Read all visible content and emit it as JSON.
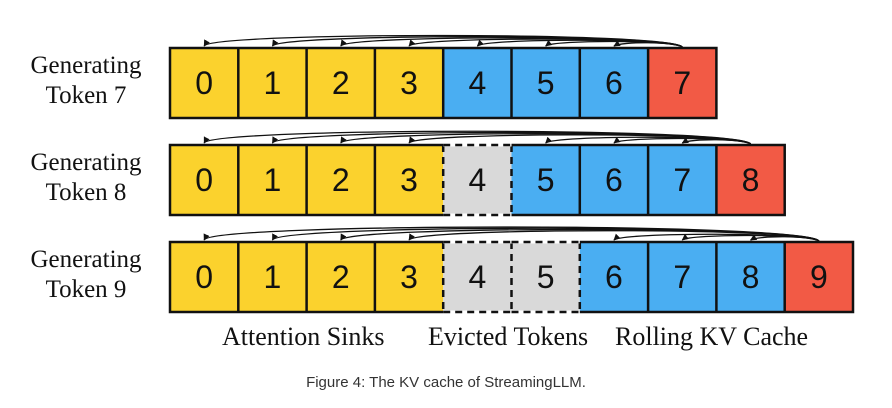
{
  "colors": {
    "sink": "#fbd22d",
    "rolling": "#4aaef2",
    "current": "#f25a45",
    "evicted": "#d9d9d9",
    "stroke": "#111111"
  },
  "rows": [
    {
      "label_line1": "Generating",
      "label_line2": "Token 7",
      "cells": [
        {
          "num": "0",
          "kind": "sink"
        },
        {
          "num": "1",
          "kind": "sink"
        },
        {
          "num": "2",
          "kind": "sink"
        },
        {
          "num": "3",
          "kind": "sink"
        },
        {
          "num": "4",
          "kind": "rolling"
        },
        {
          "num": "5",
          "kind": "rolling"
        },
        {
          "num": "6",
          "kind": "rolling"
        },
        {
          "num": "7",
          "kind": "current"
        }
      ]
    },
    {
      "label_line1": "Generating",
      "label_line2": "Token 8",
      "cells": [
        {
          "num": "0",
          "kind": "sink"
        },
        {
          "num": "1",
          "kind": "sink"
        },
        {
          "num": "2",
          "kind": "sink"
        },
        {
          "num": "3",
          "kind": "sink"
        },
        {
          "num": "4",
          "kind": "evicted"
        },
        {
          "num": "5",
          "kind": "rolling"
        },
        {
          "num": "6",
          "kind": "rolling"
        },
        {
          "num": "7",
          "kind": "rolling"
        },
        {
          "num": "8",
          "kind": "current"
        }
      ]
    },
    {
      "label_line1": "Generating",
      "label_line2": "Token 9",
      "cells": [
        {
          "num": "0",
          "kind": "sink"
        },
        {
          "num": "1",
          "kind": "sink"
        },
        {
          "num": "2",
          "kind": "sink"
        },
        {
          "num": "3",
          "kind": "sink"
        },
        {
          "num": "4",
          "kind": "evicted"
        },
        {
          "num": "5",
          "kind": "evicted"
        },
        {
          "num": "6",
          "kind": "rolling"
        },
        {
          "num": "7",
          "kind": "rolling"
        },
        {
          "num": "8",
          "kind": "rolling"
        },
        {
          "num": "9",
          "kind": "current"
        }
      ]
    }
  ],
  "legend": {
    "sinks": "Attention Sinks",
    "evicted": "Evicted Tokens",
    "rolling": "Rolling KV Cache"
  },
  "caption": "Figure 4: The KV cache of StreamingLLM."
}
